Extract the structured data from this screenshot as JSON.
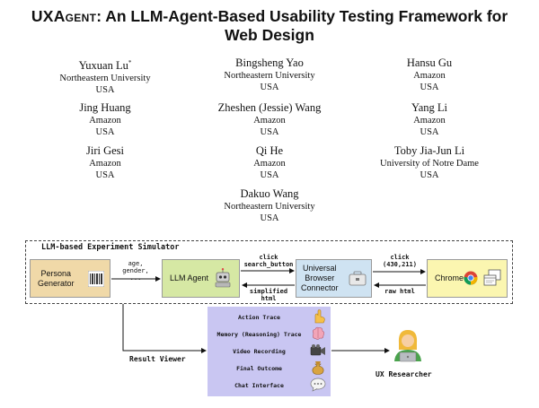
{
  "title": {
    "prefix": "UXAgent",
    "rest": ": An LLM-Agent-Based Usability Testing Framework for",
    "line2": "Web Design"
  },
  "authors": [
    {
      "name": "Yuxuan Lu",
      "sup": "*",
      "affiliation": "Northeastern University",
      "country": "USA"
    },
    {
      "name": "Bingsheng Yao",
      "affiliation": "Northeastern University",
      "country": "USA"
    },
    {
      "name": "Hansu Gu",
      "affiliation": "Amazon",
      "country": "USA"
    },
    {
      "name": "Jing Huang",
      "affiliation": "Amazon",
      "country": "USA"
    },
    {
      "name": "Zheshen (Jessie) Wang",
      "affiliation": "Amazon",
      "country": "USA"
    },
    {
      "name": "Yang Li",
      "affiliation": "Amazon",
      "country": "USA"
    },
    {
      "name": "Jiri Gesi",
      "affiliation": "Amazon",
      "country": "USA"
    },
    {
      "name": "Qi He",
      "affiliation": "Amazon",
      "country": "USA"
    },
    {
      "name": "Toby Jia-Jun Li",
      "affiliation": "University of Notre Dame",
      "country": "USA"
    },
    {
      "name": "Dakuo Wang",
      "affiliation": "Northeastern University",
      "country": "USA"
    }
  ],
  "figure": {
    "simulator_label": "LLM-based Experiment Simulator",
    "persona_line1": "Persona",
    "persona_line2": "Generator",
    "persona_arrow_line1": "age,",
    "persona_arrow_line2": "gender, ...",
    "llm_agent": "LLM Agent",
    "click_line1": "click",
    "click_line2": "search_button",
    "simplified_html": "simplified html",
    "ubc_line1": "Universal",
    "ubc_line2": "Browser",
    "ubc_line3": "Connector",
    "click2_line1": "click",
    "click2_line2": "(430,211)",
    "raw_html": "raw html",
    "chrome": "Chrome",
    "result_viewer": "Result Viewer",
    "viewer_items": [
      {
        "label": "Action Trace",
        "icon": "pointing-hand-icon"
      },
      {
        "label": "Memory (Reasoning) Trace",
        "icon": "brain-icon"
      },
      {
        "label": "Video Recording",
        "icon": "video-camera-icon"
      },
      {
        "label": "Final Outcome",
        "icon": "money-bag-icon"
      },
      {
        "label": "Chat Interface",
        "icon": "speech-bubble-icon"
      }
    ],
    "ux_researcher": "UX Researcher",
    "colors": {
      "persona": "#f0d9a8",
      "llm": "#d6e8a4",
      "ubc": "#cfe3f2",
      "chrome": "#fbf6b0",
      "viewer": "#c9c6f2"
    }
  }
}
